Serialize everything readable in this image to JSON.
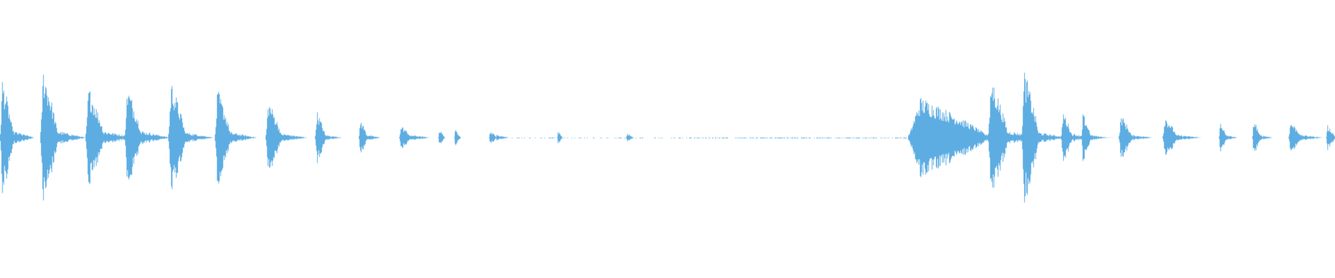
{
  "waveform": {
    "color": "#5dade2",
    "background": "#ffffff",
    "segments": [
      {
        "start": 0.0,
        "end": 0.01,
        "amp": 0.44,
        "tail": 0.05
      },
      {
        "start": 0.03,
        "end": 0.043,
        "amp": 0.52,
        "tail": 0.05
      },
      {
        "start": 0.064,
        "end": 0.078,
        "amp": 0.38,
        "tail": 0.05
      },
      {
        "start": 0.093,
        "end": 0.106,
        "amp": 0.38,
        "tail": 0.05
      },
      {
        "start": 0.126,
        "end": 0.139,
        "amp": 0.42,
        "tail": 0.04
      },
      {
        "start": 0.161,
        "end": 0.173,
        "amp": 0.36,
        "tail": 0.04
      },
      {
        "start": 0.199,
        "end": 0.211,
        "amp": 0.28,
        "tail": 0.03
      },
      {
        "start": 0.236,
        "end": 0.244,
        "amp": 0.2,
        "tail": 0.02
      },
      {
        "start": 0.269,
        "end": 0.275,
        "amp": 0.14,
        "tail": 0.02
      },
      {
        "start": 0.299,
        "end": 0.308,
        "amp": 0.09,
        "tail": 0.02
      },
      {
        "start": 0.328,
        "end": 0.333,
        "amp": 0.06,
        "tail": 0.0
      },
      {
        "start": 0.34,
        "end": 0.345,
        "amp": 0.06,
        "tail": 0.0
      },
      {
        "start": 0.366,
        "end": 0.372,
        "amp": 0.05,
        "tail": 0.02
      },
      {
        "start": 0.417,
        "end": 0.421,
        "amp": 0.05,
        "tail": 0.0
      },
      {
        "start": 0.469,
        "end": 0.474,
        "amp": 0.03,
        "tail": 0.0
      },
      {
        "start": 0.68,
        "end": 0.74,
        "amp": 0.3,
        "tail": 0.02
      },
      {
        "start": 0.74,
        "end": 0.755,
        "amp": 0.45,
        "tail": 0.05
      },
      {
        "start": 0.765,
        "end": 0.778,
        "amp": 0.5,
        "tail": 0.04
      },
      {
        "start": 0.795,
        "end": 0.803,
        "amp": 0.2,
        "tail": 0.03
      },
      {
        "start": 0.81,
        "end": 0.817,
        "amp": 0.18,
        "tail": 0.02
      },
      {
        "start": 0.838,
        "end": 0.848,
        "amp": 0.17,
        "tail": 0.02
      },
      {
        "start": 0.871,
        "end": 0.882,
        "amp": 0.16,
        "tail": 0.02
      },
      {
        "start": 0.913,
        "end": 0.918,
        "amp": 0.13,
        "tail": 0.02
      },
      {
        "start": 0.938,
        "end": 0.944,
        "amp": 0.14,
        "tail": 0.02
      },
      {
        "start": 0.965,
        "end": 0.975,
        "amp": 0.12,
        "tail": 0.02
      },
      {
        "start": 0.993,
        "end": 1.0,
        "amp": 0.09,
        "tail": 0.0
      }
    ]
  }
}
